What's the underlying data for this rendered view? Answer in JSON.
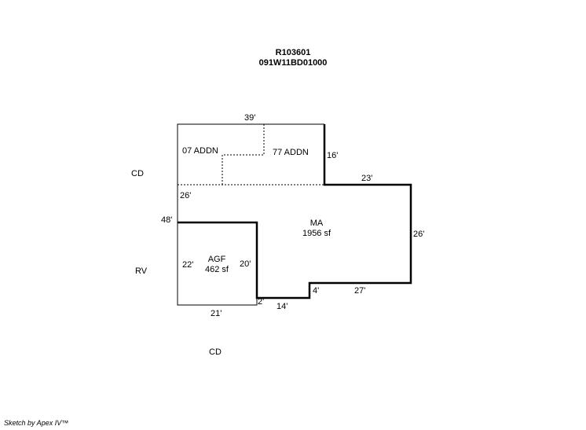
{
  "header": {
    "parcel_id": "R103601",
    "map_number": "091W11BD01000"
  },
  "sides": {
    "left_upper": "CD",
    "left_lower": "RV",
    "bottom": "CD"
  },
  "areas": {
    "addn_07": {
      "name": "07 ADDN"
    },
    "addn_77": {
      "name": "77 ADDN"
    },
    "main": {
      "name": "MA",
      "size": "1956 sf"
    },
    "garage": {
      "name": "AGF",
      "size": "462 sf"
    }
  },
  "dimensions": {
    "top": "39'",
    "right_upper": "16'",
    "right_step": "23'",
    "left_upper": "26'",
    "left_total": "48'",
    "right_lower": "26'",
    "bottom_right": "27'",
    "step_small": "4'",
    "bottom_mid": "14'",
    "step_tiny": "2'",
    "garage_left": "22'",
    "garage_right": "20'",
    "garage_bottom": "21'"
  },
  "footer": {
    "credit": "Sketch by Apex IV™"
  }
}
